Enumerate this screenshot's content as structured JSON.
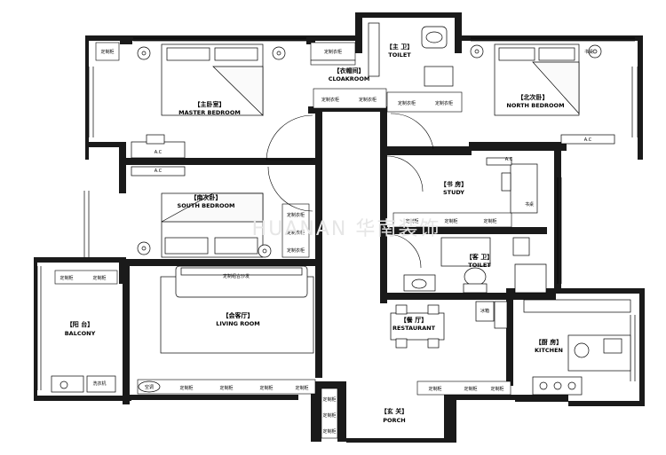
{
  "rooms": {
    "master": {
      "cn": "【主卧室】",
      "en": "MASTER BEDROOM"
    },
    "north": {
      "cn": "【北次卧】",
      "en": "NORTH BEDROOM"
    },
    "cloak": {
      "cn": "【衣帽间】",
      "en": "CLOAKROOM"
    },
    "master_toilet": {
      "cn": "【主 卫】",
      "en": "TOILET"
    },
    "south": {
      "cn": "【南次卧】",
      "en": "SOUTH BEDROOM"
    },
    "study": {
      "cn": "【书 房】",
      "en": "STUDY"
    },
    "guest_toilet": {
      "cn": "【客 卫】",
      "en": "TOILET"
    },
    "living": {
      "cn": "【会客厅】",
      "en": "LIVING ROOM"
    },
    "balcony": {
      "cn": "【阳 台】",
      "en": "BALCONY"
    },
    "restaurant": {
      "cn": "【餐 厅】",
      "en": "RESTAURANT"
    },
    "kitchen": {
      "cn": "【厨 房】",
      "en": "KITCHEN"
    },
    "porch": {
      "cn": "【玄 关】",
      "en": "PORCH"
    }
  },
  "labels": {
    "cabinet": "定制柜",
    "cabinet_clothes": "定制衣柜",
    "ac": "A.C",
    "sofa": "定制组合沙发",
    "washer": "洗衣机",
    "table": "书桌",
    "fridge": "冰箱",
    "air": "空调"
  },
  "watermark": "HUANAN 华南装饰"
}
